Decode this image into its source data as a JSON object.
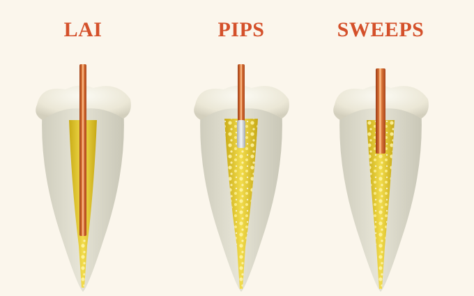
{
  "panels": [
    {
      "id": "lai",
      "title": "LAI"
    },
    {
      "id": "pips",
      "title": "PIPS"
    },
    {
      "id": "sweeps",
      "title": "SWEEPS"
    }
  ],
  "colors": {
    "background": "#fbf6ec",
    "title": "#d4502a",
    "crown": "#eeeadb",
    "root": "#dcdacc",
    "canal_fluid": "#e8cf3a",
    "fiber": "#d9672c",
    "fiber_tip_pips": "#cfd3d6"
  }
}
